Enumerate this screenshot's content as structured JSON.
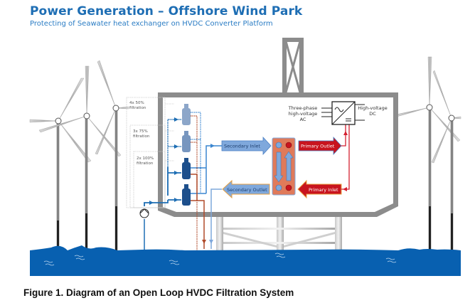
{
  "header": {
    "title": "Power Generation – Offshore Wind Park",
    "subtitle": "Protecting of Seawater heat exchanger on HVDC Converter Platform"
  },
  "filtration_options": [
    {
      "label_line1": "4x 50%",
      "label_line2": "filtration"
    },
    {
      "label_line1": "3x 75%",
      "label_line2": "filtration"
    },
    {
      "label_line1": "2x 100%",
      "label_line2": "filtration"
    }
  ],
  "flows": {
    "secondary_inlet": "Secondary Inlet",
    "secondary_outlet": "Secondary Outlet",
    "primary_outlet": "Primary Outlet",
    "primary_inlet": "Primary Inlet"
  },
  "converter": {
    "ac_line1": "Three-phase",
    "ac_line2": "high-voltage",
    "ac_line3": "AC",
    "dc_line1": "High-voltage",
    "dc_line2": "DC"
  },
  "colors": {
    "brand_blue": "#1e6eb4",
    "sea_blue": "#0860b0",
    "primary_red": "#c8141e",
    "secondary_blue": "#7fa8dc",
    "heat_exchanger": "#e07a5a",
    "platform_gray": "#8c8c8c"
  },
  "caption": "Figure 1. Diagram of an Open Loop HVDC Filtration System"
}
